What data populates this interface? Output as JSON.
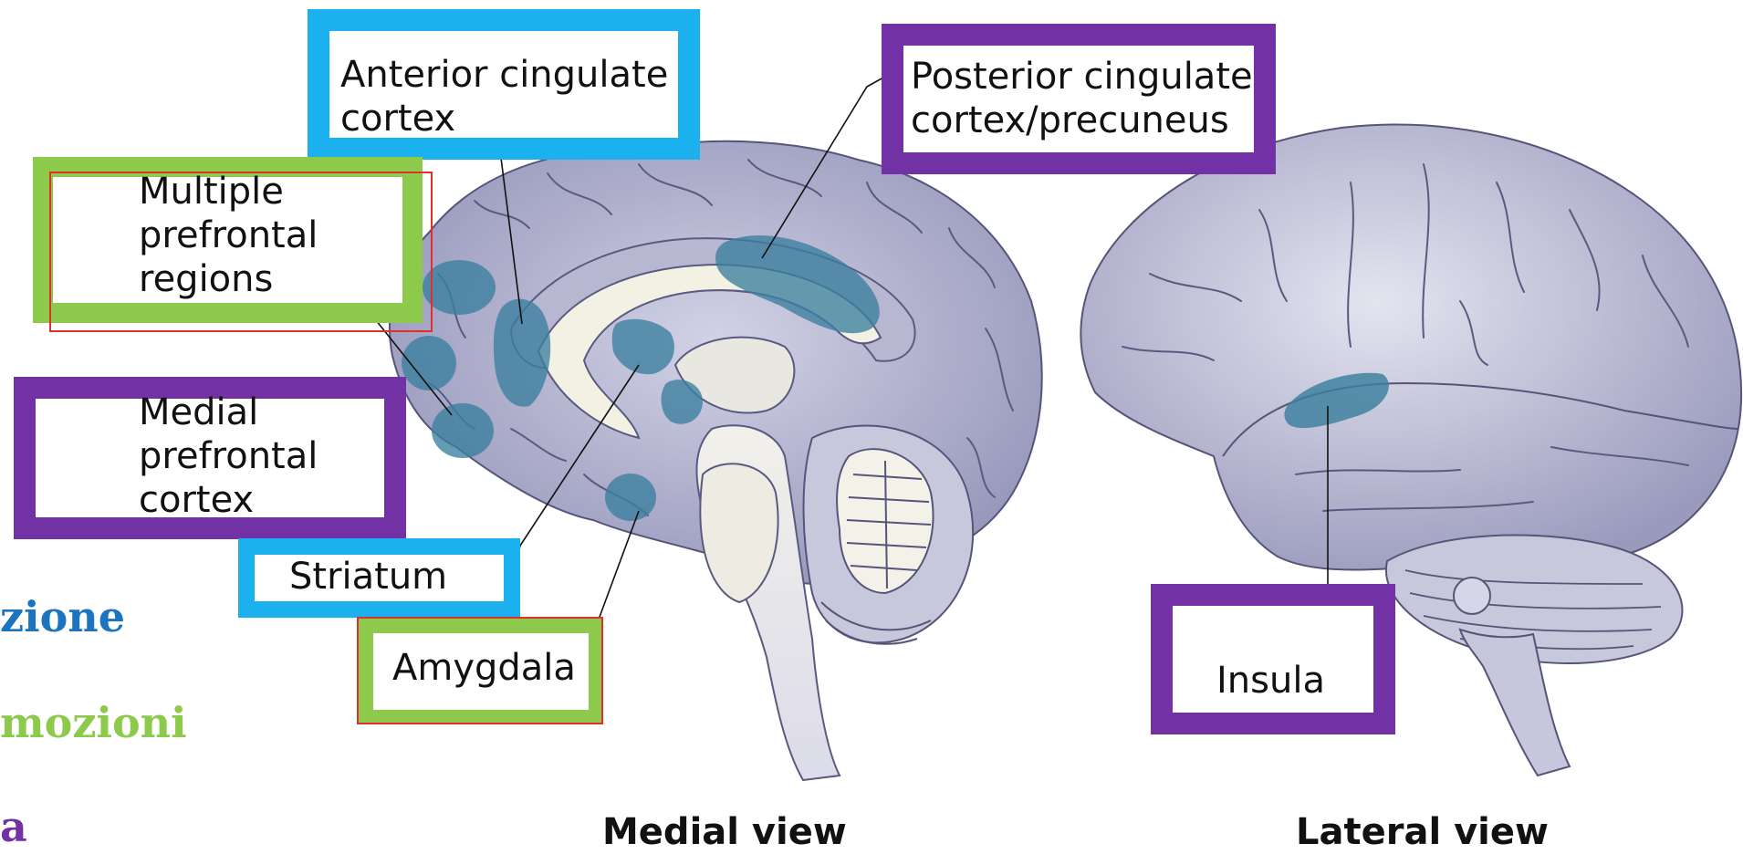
{
  "colors": {
    "blue_frame": "#1ab1ee",
    "purple_frame": "#7232a6",
    "green_frame": "#8dc94a",
    "red_outline": "#e0302c",
    "brain_fill": "#a3a3c4",
    "region_highlight": "#3a7f9d",
    "legend_blue": "#1b74bf",
    "legend_green": "#8dc94a",
    "legend_purple": "#7232a6"
  },
  "labels": {
    "anterior_cingulate": "Anterior cingulate\ncortex",
    "posterior_cingulate": "Posterior cingulate\ncortex/precuneus",
    "multiple_prefrontal": "Multiple\nprefrontal\nregions",
    "medial_prefrontal": "Medial\nprefrontal\ncortex",
    "striatum": "Striatum",
    "amygdala": "Amygdala",
    "insula": "Insula"
  },
  "captions": {
    "medial_view": "Medial view",
    "lateral_view": "Lateral view"
  },
  "legend": {
    "item1": "zione",
    "item2": "mozioni",
    "item3": "a"
  }
}
